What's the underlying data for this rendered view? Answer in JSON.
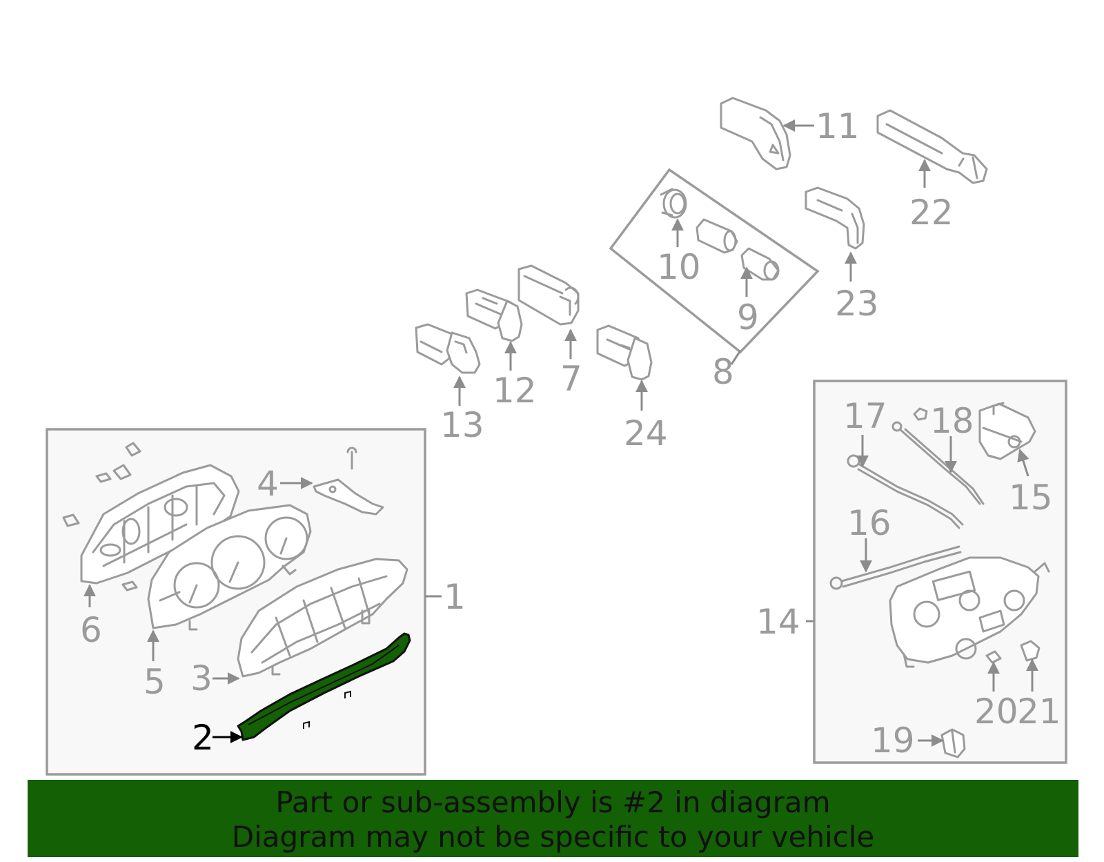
{
  "highlight_color": "#136005",
  "label_color": "#9b9b9b",
  "highlighted_part": "2",
  "callouts": [
    "1",
    "2",
    "3",
    "4",
    "5",
    "6",
    "7",
    "8",
    "9",
    "10",
    "11",
    "12",
    "13",
    "14",
    "15",
    "16",
    "17",
    "18",
    "19",
    "20",
    "21",
    "22",
    "23",
    "24"
  ],
  "footer": {
    "line1": "Part or sub-assembly is #2 in diagram",
    "line2": "Diagram may not be specific to your vehicle"
  }
}
